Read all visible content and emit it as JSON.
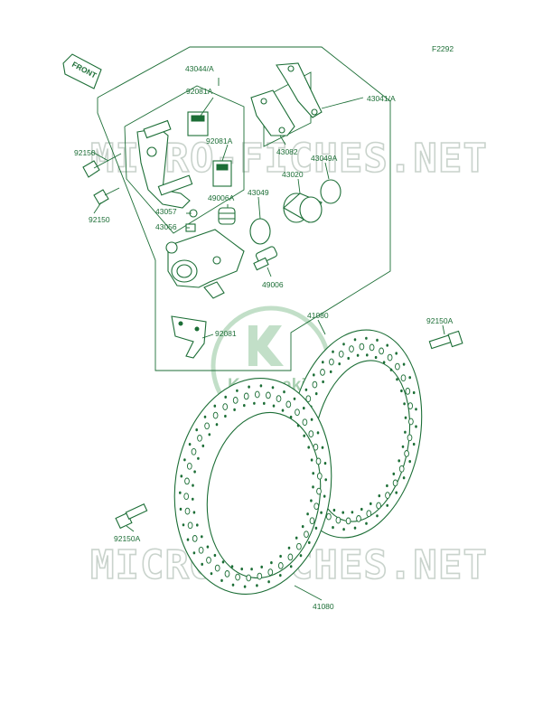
{
  "diagram": {
    "ref_code": "F2292",
    "front_label": "FRONT",
    "watermark_text": "MICRO-FICHES.NET",
    "logo_text": "Kawasaki",
    "ink_color": "#1c6e36",
    "watermark_color": "#c9d3cc",
    "parts": {
      "p43044": "43044/A",
      "p92081a_top": "92081A",
      "p92081a_mid": "92081A",
      "p43041": "43041/A",
      "p43082": "43082",
      "p92150_top": "92150",
      "p92150_left": "92150",
      "p43020": "43020",
      "p43049a": "43049A",
      "p49006a": "49006A",
      "p43049": "43049",
      "p43057": "43057",
      "p43056": "43056",
      "p49006": "49006",
      "p92081": "92081",
      "p41080_top": "41080",
      "p92150a_right": "92150A",
      "p92150a_left": "92150A",
      "p41080_bottom": "41080"
    }
  }
}
